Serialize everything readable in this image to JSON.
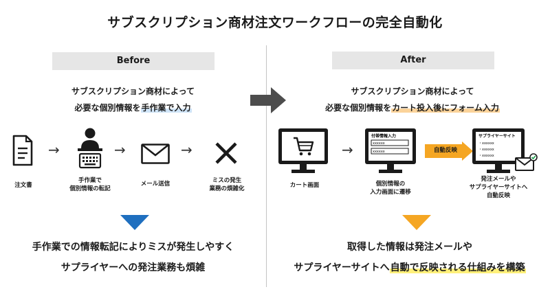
{
  "title": "サブスクリプション商材注文ワークフローの完全自動化",
  "before": {
    "header": "Before",
    "intro_line1": "サブスクリプション商材によって",
    "intro_line2_pre": "必要な個別情報を",
    "intro_line2_hl": "手作業で入力",
    "steps": [
      "注文書",
      "手作業で\n個別情報の転記",
      "メール送信",
      "ミスの発生\n業務の煩雑化"
    ],
    "conclusion_line1": "手作業での情報転記によりミスが発生しやすく",
    "conclusion_line2": "サプライヤーへの発注業務も煩雑",
    "accent": "#1f6fbf"
  },
  "after": {
    "header": "After",
    "intro_line1": "サブスクリプション商材によって",
    "intro_line2_pre": "必要な個別情報を",
    "intro_line2_hl": "カート投入後にフォーム入力",
    "steps": [
      "カート画面",
      "個別情報の\n入力画面に遷移",
      "発注メールや\nサプライヤーサイトへ\n自動反映"
    ],
    "form_title": "付帯情報入力",
    "form_placeholder": "xxxxxx",
    "auto_label": "自動反映",
    "supplier_title": "サプライヤーサイト",
    "supplier_item": "・xxxxxx",
    "conclusion_line1": "取得した情報は発注メールや",
    "conclusion_line2_pre": "サプライヤーサイトへ",
    "conclusion_line2_hl": "自動で反映される仕組みを構築",
    "accent": "#f5a623"
  },
  "center_arrow_color": "#4d4d4d",
  "arrow_glyph": "→"
}
